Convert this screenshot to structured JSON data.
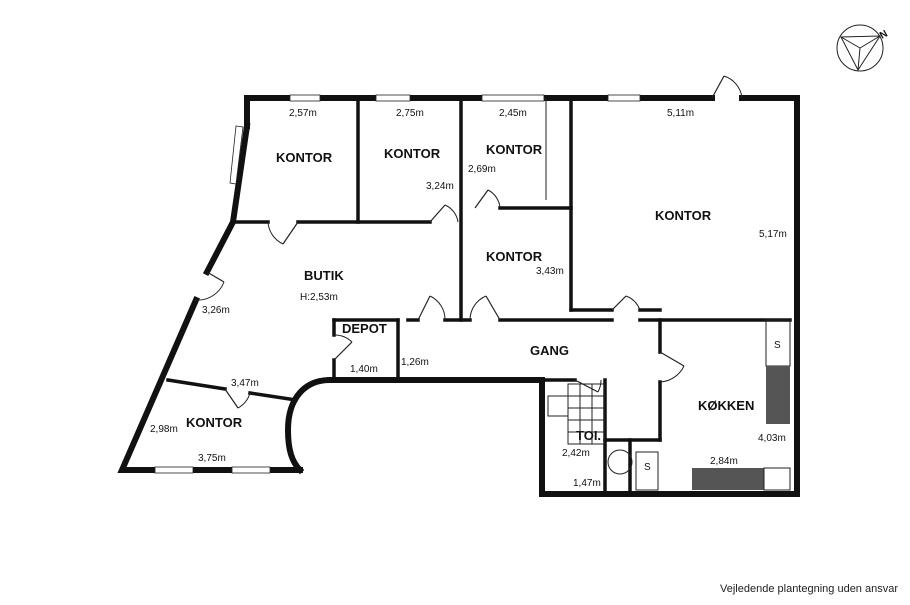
{
  "compass": {
    "north_label": "N"
  },
  "rooms": {
    "kontor_1": "KONTOR",
    "kontor_2": "KONTOR",
    "kontor_3": "KONTOR",
    "kontor_4": "KONTOR",
    "kontor_5": "KONTOR",
    "kontor_6": "KONTOR",
    "butik": "BUTIK",
    "butik_height": "H:2,53m",
    "depot": "DEPOT",
    "gang": "GANG",
    "kokken": "KØKKEN",
    "toilet": "TOI."
  },
  "dimensions": {
    "d1": "2,57m",
    "d2": "2,75m",
    "d3": "2,45m",
    "d4": "5,11m",
    "d5": "3,24m",
    "d6": "2,69m",
    "d7": "5,17m",
    "d8": "3,43m",
    "d9": "3,26m",
    "d10": "1,40m",
    "d11": "1,26m",
    "d12": "3,47m",
    "d13": "2,98m",
    "d14": "3,75m",
    "d15": "2,42m",
    "d16": "1,47m",
    "d17": "2,84m",
    "d18": "4,03m"
  },
  "fixtures": {
    "s1": "S",
    "s2": "S"
  },
  "disclaimer": "Vejledende plantegning uden ansvar"
}
